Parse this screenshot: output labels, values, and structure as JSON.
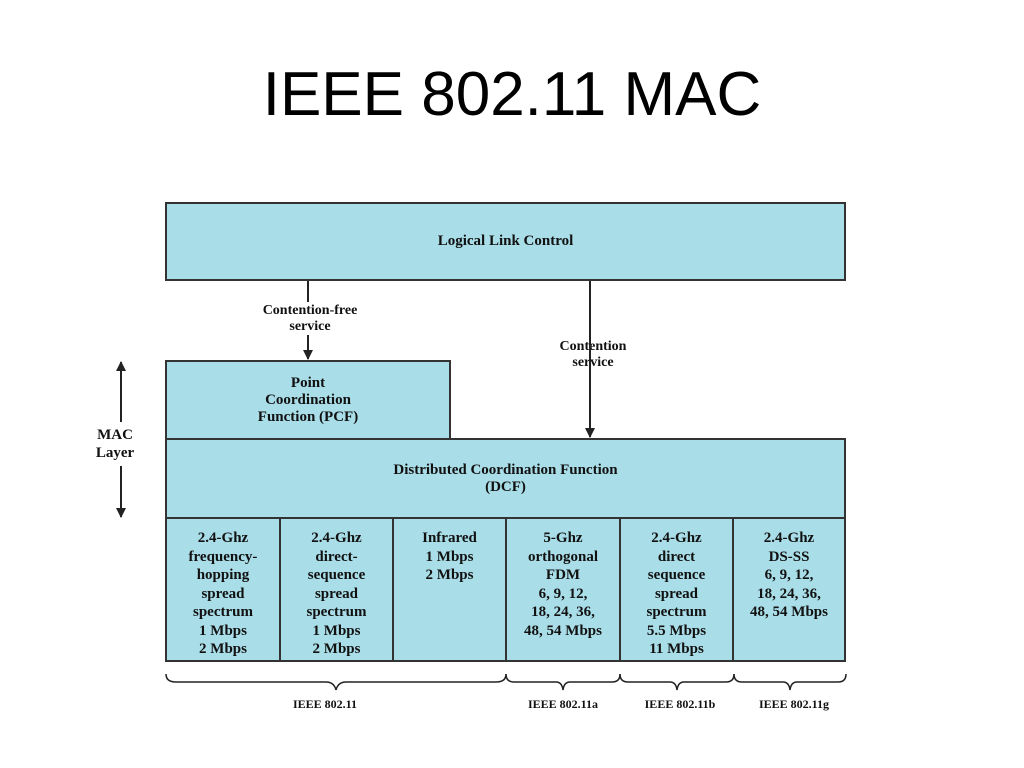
{
  "title": "IEEE 802.11 MAC",
  "llc": "Logical Link Control",
  "contention_free": [
    "Contention-free",
    "service"
  ],
  "contention": [
    "Contention",
    "service"
  ],
  "pcf": [
    "Point",
    "Coordination",
    "Function (PCF)"
  ],
  "dcf": [
    "Distributed Coordination Function",
    "(DCF)"
  ],
  "mac_layer": [
    "MAC",
    "Layer"
  ],
  "phy_cells": [
    [
      "2.4-Ghz",
      "frequency-",
      "hopping",
      "spread",
      "spectrum",
      "1 Mbps",
      "2 Mbps"
    ],
    [
      "2.4-Ghz",
      "direct-",
      "sequence",
      "spread",
      "spectrum",
      "1 Mbps",
      "2 Mbps"
    ],
    [
      "Infrared",
      "1 Mbps",
      "2 Mbps"
    ],
    [
      "5-Ghz",
      "orthogonal",
      "FDM",
      "6, 9, 12,",
      "18, 24, 36,",
      "48, 54 Mbps"
    ],
    [
      "2.4-Ghz",
      "direct",
      "sequence",
      "spread",
      "spectrum",
      "5.5 Mbps",
      "11 Mbps"
    ],
    [
      "2.4-Ghz",
      "DS-SS",
      "6, 9, 12,",
      "18, 24, 36,",
      "48, 54 Mbps"
    ]
  ],
  "standards": [
    "IEEE 802.11",
    "IEEE 802.11a",
    "IEEE 802.11b",
    "IEEE 802.11g"
  ],
  "colors": {
    "box_fill": "#a9dde8",
    "border": "#333333"
  }
}
